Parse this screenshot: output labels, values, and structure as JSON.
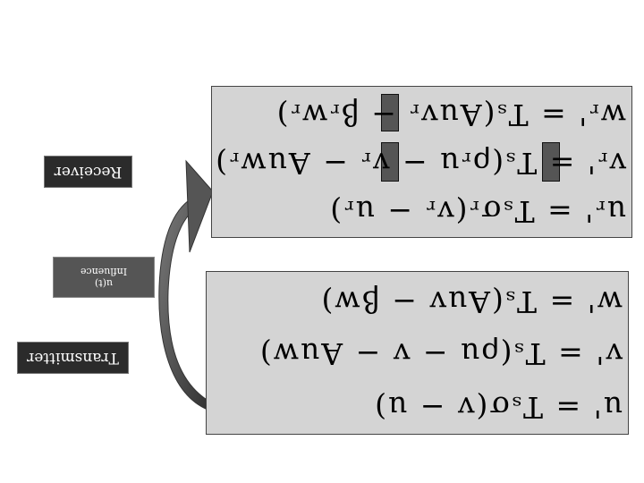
{
  "labels": {
    "receiver": "Receiver",
    "transmitter": "Transmitter",
    "influence_line1": "u(t)",
    "influence_line2": "Influence"
  },
  "receiver_equations": [
    "wᵣ' = Tₛ(Auvᵣ − βᵣwᵣ)",
    "vᵣ' = Tₛ(ρᵣu − vᵣ − Auwᵣ)",
    "uᵣ' = Tₛσᵣ(vᵣ − uᵣ)"
  ],
  "transmitter_equations": [
    "w' = Tₛ(Auv − βw)",
    "v' = Tₛ(ρu − v − Auw)",
    "u' = Tₛσ(v − u)"
  ],
  "colors": {
    "box_fill": "#d4d4d4",
    "label_dark": "#2b2b2b",
    "label_mid": "#555555",
    "arrow": "#555555"
  }
}
